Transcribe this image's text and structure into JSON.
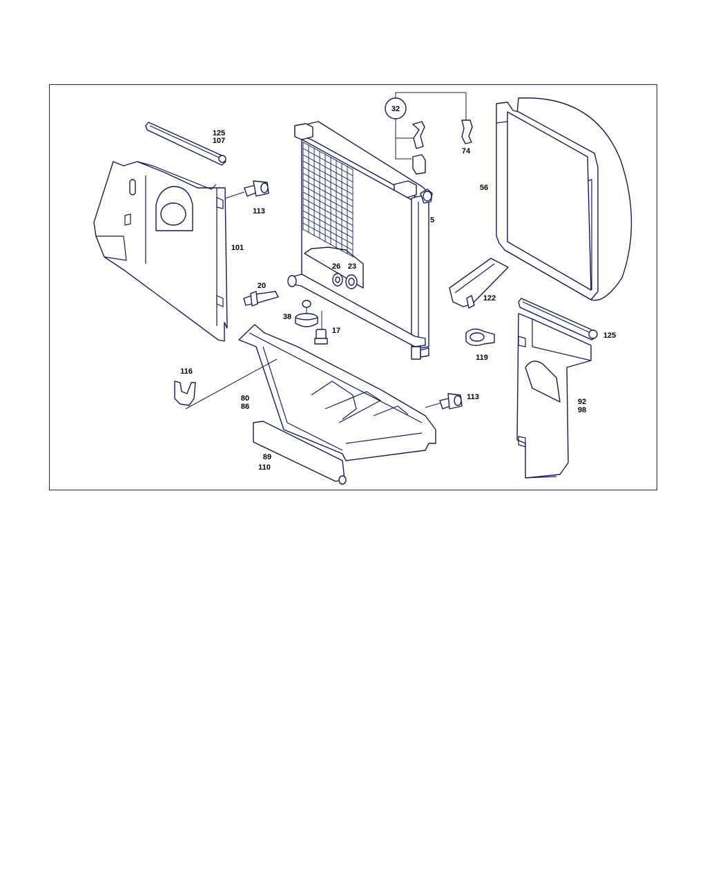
{
  "colors": {
    "line": "#14185a",
    "text": "#000000",
    "background": "#ffffff"
  },
  "callouts": {
    "c5": "5",
    "c17": "17",
    "c20": "20",
    "c23": "23",
    "c26": "26",
    "c32": "32",
    "c38": "38",
    "c56": "56",
    "c74": "74",
    "c80_86": [
      "80",
      "86"
    ],
    "c89_110": [
      "89",
      "110"
    ],
    "c92_98": [
      "92",
      "98"
    ],
    "c101": "101",
    "c113_left": "113",
    "c113_right": "113",
    "c116": "116",
    "c119": "119",
    "c122": "122",
    "c125_107": [
      "125",
      "107"
    ],
    "c125_right": "125"
  }
}
